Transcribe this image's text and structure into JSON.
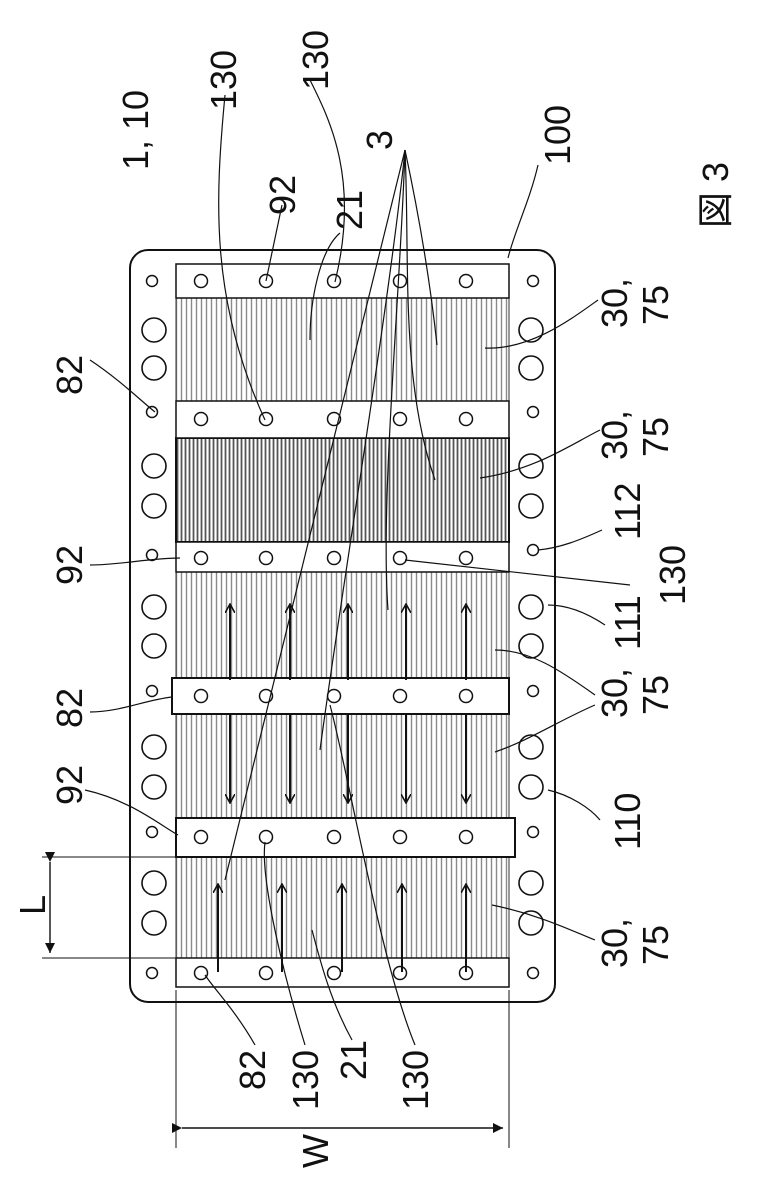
{
  "figure": {
    "fig_label": "図 3",
    "ref_assembly": "1, 10",
    "ref_frame": "100",
    "ref_group": "3"
  },
  "callouts": [
    {
      "id": "c_130_top_a",
      "text": "130"
    },
    {
      "id": "c_130_top_b",
      "text": "130"
    },
    {
      "id": "c_92_top",
      "text": "92"
    },
    {
      "id": "c_21_top",
      "text": "21"
    },
    {
      "id": "c_82_a",
      "text": "82"
    },
    {
      "id": "c_92_b",
      "text": "92"
    },
    {
      "id": "c_82_b",
      "text": "82"
    },
    {
      "id": "c_92_c",
      "text": "92"
    },
    {
      "id": "c_30_75_a",
      "text": "30,"
    },
    {
      "id": "c_30_75_a2",
      "text": "75"
    },
    {
      "id": "c_30_75_b",
      "text": "30,"
    },
    {
      "id": "c_30_75_b2",
      "text": "75"
    },
    {
      "id": "c_112",
      "text": "112"
    },
    {
      "id": "c_130_r",
      "text": "130"
    },
    {
      "id": "c_111",
      "text": "111"
    },
    {
      "id": "c_30_75_c",
      "text": "30,"
    },
    {
      "id": "c_30_75_c2",
      "text": "75"
    },
    {
      "id": "c_110",
      "text": "110"
    },
    {
      "id": "c_30_75_d",
      "text": "30,"
    },
    {
      "id": "c_30_75_d2",
      "text": "75"
    },
    {
      "id": "c_82_bot",
      "text": "82"
    },
    {
      "id": "c_130_bot_a",
      "text": "130"
    },
    {
      "id": "c_21_bot",
      "text": "21"
    },
    {
      "id": "c_130_bot_b",
      "text": "130"
    }
  ],
  "dimensions": {
    "L": "L",
    "W": "W"
  },
  "colors": {
    "ink": "#111111",
    "stripe": "#8a8a8a",
    "stripe_dark": "#555555",
    "paper": "#ffffff"
  }
}
